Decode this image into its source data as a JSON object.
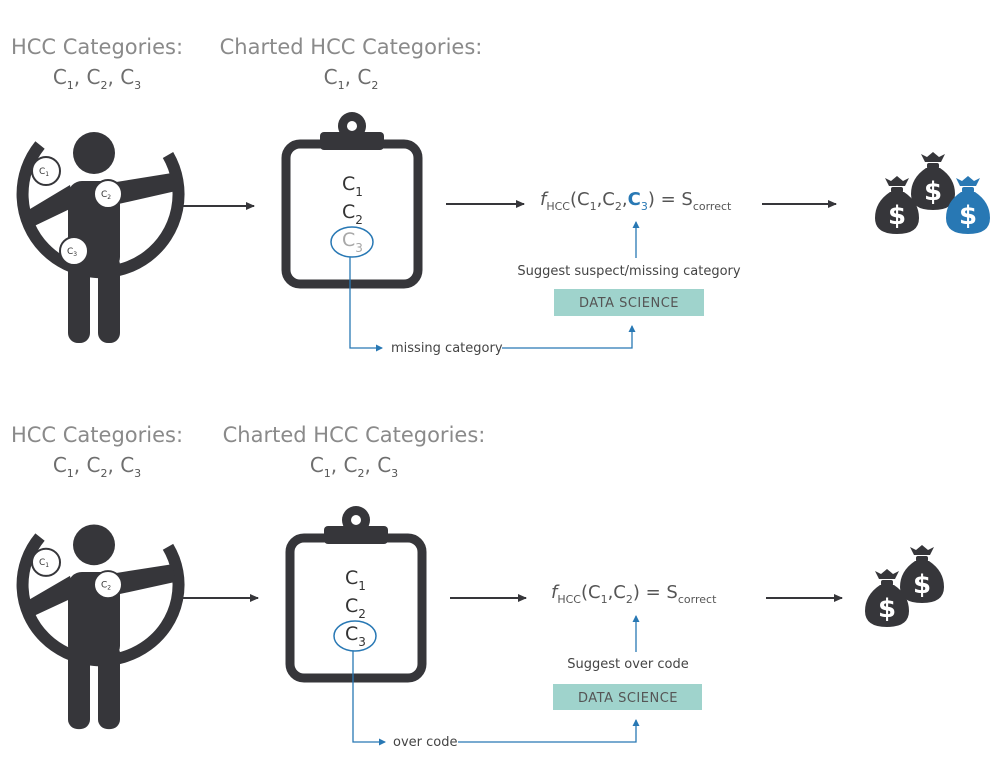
{
  "colors": {
    "dark": "#36363a",
    "accent": "#2878b4",
    "teal_box": "#9fd3cc",
    "faded": "#8fa6b3"
  },
  "top": {
    "left_title": "HCC Categories:",
    "left_list": "C1, C2, C3",
    "mid_title": "Charted HCC Categories:",
    "mid_list": "C1, C2",
    "clip_items": [
      "C1",
      "C2",
      "C3"
    ],
    "formula": "fHCC(C1,C2,C3) =  Scorrect",
    "suggest": "Suggest suspect/missing category",
    "ds_label": "DATA SCIENCE",
    "loop_label": "missing category",
    "body_badges": [
      "C1",
      "C2",
      "C3"
    ],
    "money_bags": 3
  },
  "bottom": {
    "left_title": "HCC Categories:",
    "left_list": "C1, C2, C3",
    "mid_title": "Charted HCC Categories:",
    "mid_list": "C1, C2, C3",
    "clip_items": [
      "C1",
      "C2",
      "C3"
    ],
    "formula": "fHCC(C1,C2) =  Scorrect",
    "suggest": "Suggest over code",
    "ds_label": "DATA SCIENCE",
    "loop_label": "over code",
    "body_badges": [
      "C1",
      "C2"
    ],
    "money_bags": 2
  }
}
